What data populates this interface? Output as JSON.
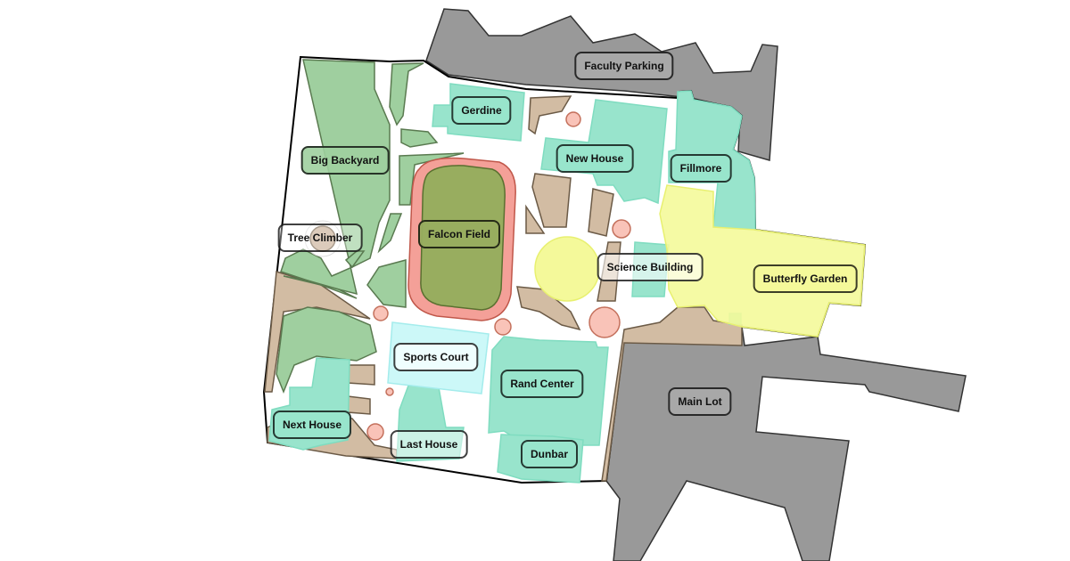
{
  "map": {
    "colors": {
      "parking": "#999999",
      "green_space": "#9fcf9f",
      "building": "#98e4cc",
      "garden": "#f4f99a",
      "field": "#98ad5f",
      "track": "#f4a098",
      "dirt": "#d2bca3",
      "court": "#ccf8f8",
      "tree": "#f9c3b8"
    },
    "labels": [
      {
        "id": "faculty-parking",
        "text": "Faculty Parking"
      },
      {
        "id": "gerdine",
        "text": "Gerdine"
      },
      {
        "id": "big-backyard",
        "text": "Big Backyard"
      },
      {
        "id": "new-house",
        "text": "New House"
      },
      {
        "id": "fillmore",
        "text": "Fillmore"
      },
      {
        "id": "falcon-field",
        "text": "Falcon Field"
      },
      {
        "id": "tree-climber",
        "text": "Tree Climber"
      },
      {
        "id": "science-building",
        "text": "Science Building"
      },
      {
        "id": "butterfly-garden",
        "text": "Butterfly Garden"
      },
      {
        "id": "sports-court",
        "text": "Sports Court"
      },
      {
        "id": "rand-center",
        "text": "Rand Center"
      },
      {
        "id": "main-lot",
        "text": "Main Lot"
      },
      {
        "id": "next-house",
        "text": "Next House"
      },
      {
        "id": "last-house",
        "text": "Last House"
      },
      {
        "id": "dunbar",
        "text": "Dunbar"
      }
    ]
  }
}
